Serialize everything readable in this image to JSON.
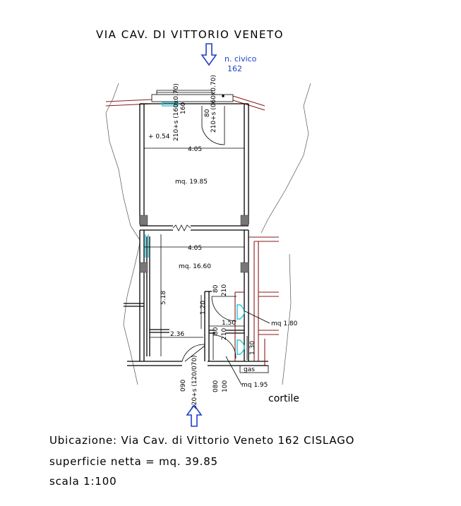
{
  "header": {
    "street": "VIA CAV. DI VITTORIO VENETO"
  },
  "entrance": {
    "civico_label": "n. civico",
    "civico_number": "162",
    "street_arrow": "down-arrow-icon",
    "courtyard_arrow": "up-arrow-icon"
  },
  "openings": {
    "top_window_width": "160",
    "top_window_spec": "210+s (160x0.70)",
    "top_door_width": "80",
    "top_door_spec": "210+s (060x0.70)",
    "bottom_window_width": "090",
    "bottom_window_spec": "220+s (120/070)",
    "bottom_door_width": "080",
    "bottom_door_height": "100",
    "bath_door_width": "80",
    "bath_door_height": "210",
    "wc_door_width": "80",
    "wc_door_height": "210"
  },
  "rooms": {
    "front_elevation": "+ 0.54",
    "front_area": "mq. 19.85",
    "back_area": "mq. 16.60",
    "bath_area": "mq 1.80",
    "wc_area": "mq 1.95"
  },
  "dimensions": {
    "front_width": "4.05",
    "back_width": "4.05",
    "back_depth": "5.18",
    "small_width": "2.36",
    "corridor_width": "1.20",
    "bath_width": "1.50",
    "wc_width": "1.30"
  },
  "labels": {
    "gas": "gas",
    "courtyard": "cortile"
  },
  "footer": {
    "location": "Ubicazione: Via Cav. di Vittorio Veneto 162 CISLAGO",
    "surface": "superficie netta = mq. 39.85",
    "scale": "scala 1:100"
  },
  "colors": {
    "wall": "#000000",
    "neighbor": "#8b1a1a",
    "fixture": "#1ec8d8",
    "annotation": "#1f3fc9"
  }
}
